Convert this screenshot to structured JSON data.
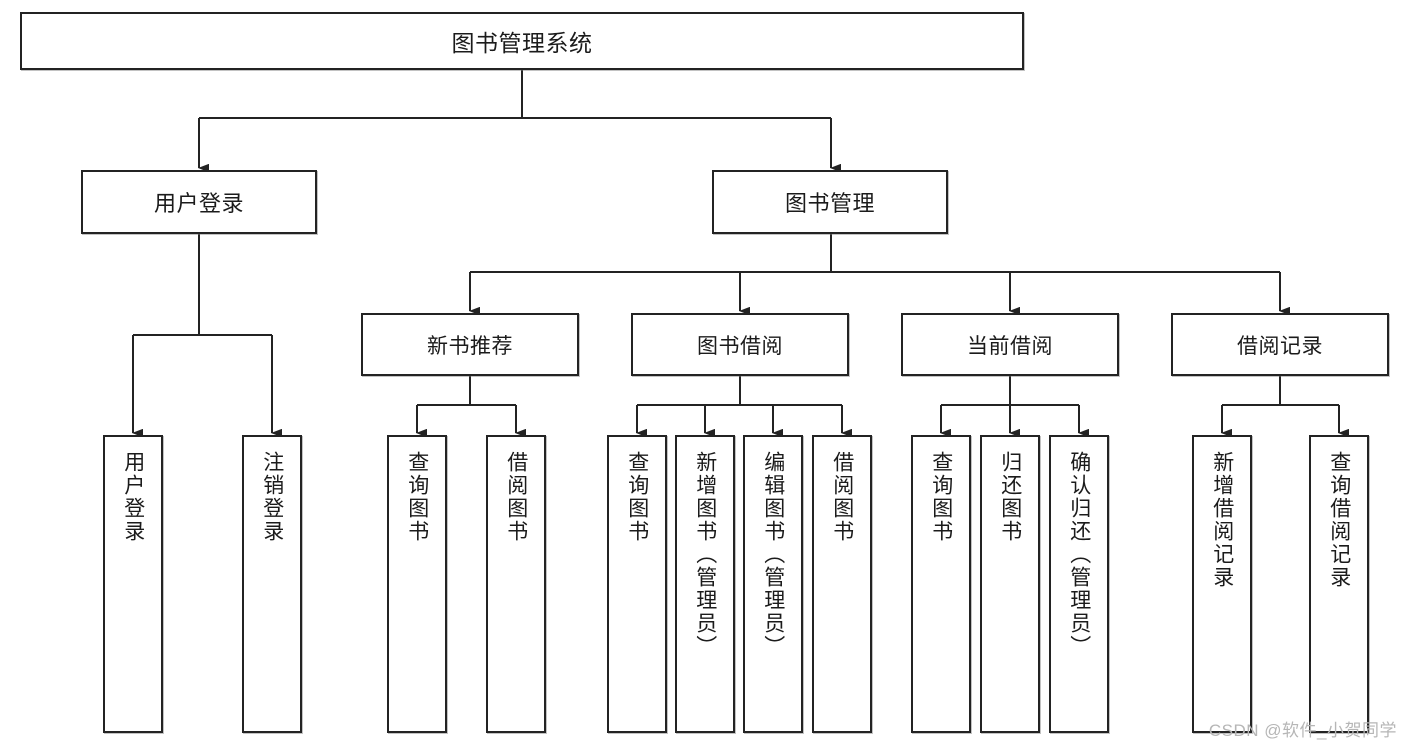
{
  "diagram": {
    "title": "图书管理系统",
    "type": "tree",
    "orientation": "top-down",
    "line_color": "#232323",
    "box_fill": "#ffffff",
    "text_color": "#1b1b1b",
    "root": {
      "id": "root",
      "label": "图书管理系统"
    },
    "level2": [
      {
        "id": "login",
        "label": "用户登录"
      },
      {
        "id": "bookmgmt",
        "label": "图书管理"
      }
    ],
    "level3": [
      {
        "id": "newbook",
        "label": "新书推荐",
        "parent": "bookmgmt"
      },
      {
        "id": "borrow",
        "label": "图书借阅",
        "parent": "bookmgmt"
      },
      {
        "id": "current",
        "label": "当前借阅",
        "parent": "bookmgmt"
      },
      {
        "id": "records",
        "label": "借阅记录",
        "parent": "bookmgmt"
      }
    ],
    "leaves": [
      {
        "id": "leaf-login-1",
        "label": "用户登录",
        "parent": "login"
      },
      {
        "id": "leaf-login-2",
        "label": "注销登录",
        "parent": "login"
      },
      {
        "id": "leaf-newbook-1",
        "label": "查询图书",
        "parent": "newbook"
      },
      {
        "id": "leaf-newbook-2",
        "label": "借阅图书",
        "parent": "newbook"
      },
      {
        "id": "leaf-borrow-1",
        "label": "查询图书",
        "parent": "borrow"
      },
      {
        "id": "leaf-borrow-2",
        "label": "新增图书（管理员）",
        "parent": "borrow"
      },
      {
        "id": "leaf-borrow-3",
        "label": "编辑图书（管理员）",
        "parent": "borrow"
      },
      {
        "id": "leaf-borrow-4",
        "label": "借阅图书",
        "parent": "borrow"
      },
      {
        "id": "leaf-current-1",
        "label": "查询图书",
        "parent": "current"
      },
      {
        "id": "leaf-current-2",
        "label": "归还图书",
        "parent": "current"
      },
      {
        "id": "leaf-current-3",
        "label": "确认归还（管理员）",
        "parent": "current"
      },
      {
        "id": "leaf-records-1",
        "label": "新增借阅记录",
        "parent": "records"
      },
      {
        "id": "leaf-records-2",
        "label": "查询借阅记录",
        "parent": "records"
      }
    ]
  },
  "watermark": {
    "text": "CSDN @软件_小贺同学"
  }
}
